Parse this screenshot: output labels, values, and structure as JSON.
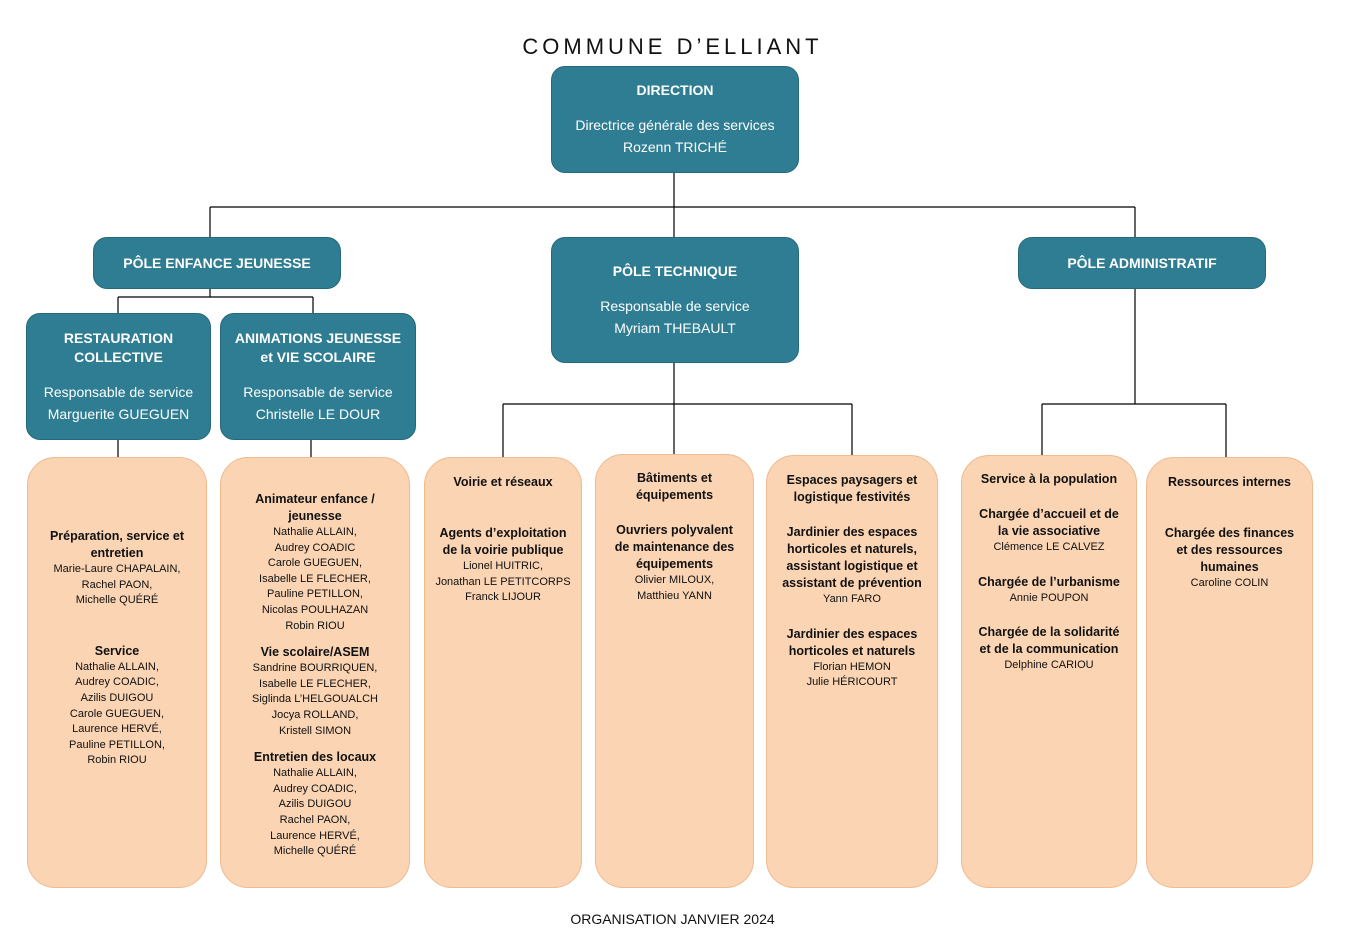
{
  "title": "COMMUNE D’ELLIANT",
  "footer": "ORGANISATION JANVIER 2024",
  "colors": {
    "teal": "#2e7d92",
    "peach": "#fad4b3",
    "peach_border": "#f0b98e",
    "line": "#000000"
  },
  "direction": {
    "heading": "DIRECTION",
    "role": "Directrice générale des services",
    "name": "Rozenn TRICHÉ"
  },
  "poles": {
    "enfance": {
      "heading": "PÔLE ENFANCE JEUNESSE"
    },
    "technique": {
      "heading": "PÔLE TECHNIQUE",
      "role": "Responsable de service",
      "name": "Myriam THEBAULT"
    },
    "administratif": {
      "heading": "PÔLE ADMINISTRATIF"
    }
  },
  "services": {
    "restauration": {
      "heading_1": "RESTAURATION",
      "heading_2": "COLLECTIVE",
      "role": "Responsable de service",
      "name": "Marguerite GUEGUEN"
    },
    "animations": {
      "heading_1": "ANIMATIONS JEUNESSE",
      "heading_2": "et VIE SCOLAIRE",
      "role": "Responsable de service",
      "name": "Christelle LE DOUR"
    }
  },
  "units": {
    "restauration": {
      "groups": [
        {
          "title": [
            "Préparation, service et",
            "entretien"
          ],
          "names": [
            "Marie-Laure CHAPALAIN,",
            "Rachel PAON,",
            "Michelle QUÉRÉ"
          ]
        },
        {
          "title": [
            "Service"
          ],
          "names": [
            "Nathalie ALLAIN,",
            "Audrey COADIC,",
            "Azilis DUIGOU",
            "Carole GUEGUEN,",
            "Laurence HERVÉ,",
            "Pauline PETILLON,",
            "Robin RIOU"
          ]
        }
      ]
    },
    "animations": {
      "groups": [
        {
          "title": [
            "Animateur enfance /",
            "jeunesse"
          ],
          "names": [
            "Nathalie ALLAIN,",
            "Audrey COADIC",
            "Carole GUEGUEN,",
            "Isabelle LE FLECHER,",
            "Pauline PETILLON,",
            "Nicolas POULHAZAN",
            "Robin RIOU"
          ]
        },
        {
          "title": [
            "Vie scolaire/ASEM"
          ],
          "names": [
            "Sandrine BOURRIQUEN,",
            "Isabelle LE FLECHER,",
            "Siglinda L’HELGOUALCH",
            "Jocya ROLLAND,",
            "Kristell SIMON"
          ]
        },
        {
          "title": [
            "Entretien des locaux"
          ],
          "names": [
            "Nathalie ALLAIN,",
            "Audrey COADIC,",
            "Azilis DUIGOU",
            "Rachel PAON,",
            "Laurence HERVÉ,",
            "Michelle QUÉRÉ"
          ]
        }
      ]
    },
    "voirie": {
      "heading": [
        "Voirie et réseaux"
      ],
      "groups": [
        {
          "title": [
            "Agents d’exploitation",
            "de la voirie publique"
          ],
          "names": [
            "Lionel HUITRIC,",
            "Jonathan LE PETITCORPS",
            "Franck LIJOUR"
          ]
        }
      ]
    },
    "batiments": {
      "heading": [
        "Bâtiments et",
        "équipements"
      ],
      "groups": [
        {
          "title": [
            "Ouvriers polyvalent",
            "de maintenance des",
            "équipements"
          ],
          "names": [
            "Olivier MILOUX,",
            "Matthieu YANN"
          ]
        }
      ]
    },
    "espaces": {
      "heading": [
        "Espaces paysagers et",
        "logistique festivités"
      ],
      "groups": [
        {
          "title": [
            "Jardinier des espaces",
            "horticoles et naturels,",
            "assistant logistique et",
            "assistant de prévention"
          ],
          "names": [
            "Yann FARO"
          ]
        },
        {
          "title": [
            "Jardinier des espaces",
            "horticoles et naturels"
          ],
          "names": [
            "Florian HEMON",
            "Julie HÉRICOURT"
          ]
        }
      ]
    },
    "population": {
      "heading": [
        "Service à la population"
      ],
      "groups": [
        {
          "title": [
            "Chargée d’accueil et de",
            "la vie associative"
          ],
          "names": [
            "Clémence LE CALVEZ"
          ]
        },
        {
          "title": [
            "Chargée de l’urbanisme"
          ],
          "names": [
            "Annie POUPON"
          ]
        },
        {
          "title": [
            "Chargée de la solidarité",
            "et de la communication"
          ],
          "names": [
            "Delphine CARIOU"
          ]
        }
      ]
    },
    "ressources": {
      "heading": [
        "Ressources internes"
      ],
      "groups": [
        {
          "title": [
            "Chargée des finances",
            "et des ressources",
            "humaines"
          ],
          "names": [
            "Caroline COLIN"
          ]
        }
      ]
    }
  }
}
